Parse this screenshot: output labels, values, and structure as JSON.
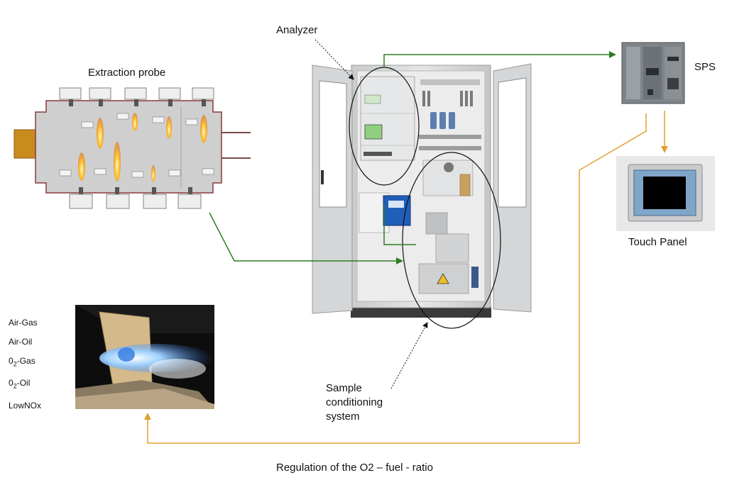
{
  "labels": {
    "extraction_probe": "Extraction probe",
    "analyzer": "Analyzer",
    "sps": "SPS",
    "touch_panel": "Touch Panel",
    "sample_conditioning": [
      "Sample",
      "conditioning",
      "system"
    ],
    "regulation": "Regulation of the O2 – fuel - ratio"
  },
  "burner_modes": [
    {
      "pre": "Air-Gas",
      "sub": "",
      "post": ""
    },
    {
      "pre": "Air-Oil",
      "sub": "",
      "post": ""
    },
    {
      "pre": "0",
      "sub": "2",
      "post": "-Gas"
    },
    {
      "pre": "0",
      "sub": "2",
      "post": "-Oil"
    },
    {
      "pre": "LowNOx",
      "sub": "",
      "post": ""
    }
  ],
  "colors": {
    "green_arrow": "#2e7d22",
    "orange_arrow": "#e0a030",
    "cabinet": "#d9dadb",
    "furnace": "#cfcfcf"
  }
}
